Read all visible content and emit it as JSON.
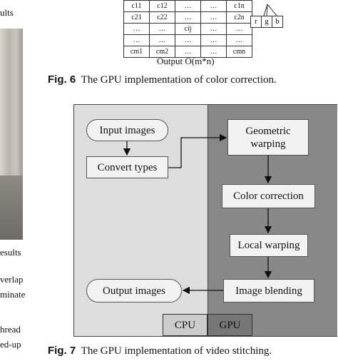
{
  "left_column": {
    "fragment_1": "ults",
    "fragment_2": "esults",
    "fragment_3": "verlap",
    "fragment_4": "minate",
    "fragment_5": "hread",
    "fragment_6": "ed-up"
  },
  "matrix": {
    "rows": [
      [
        "c11",
        "c12",
        "…",
        "…",
        "c1n"
      ],
      [
        "c21",
        "c22",
        "…",
        "…",
        "c2n"
      ],
      [
        "…",
        "…",
        "cij",
        "…",
        "…"
      ],
      [
        "…",
        "…",
        "…",
        "…",
        "…"
      ],
      [
        "cm1",
        "cm2",
        "…",
        "…",
        "cmn"
      ]
    ],
    "rgb": [
      "r",
      "g",
      "b"
    ],
    "output_label": "Output O(m*n)"
  },
  "fig6": {
    "label": "Fig. 6",
    "text": "The GPU implementation of color correction."
  },
  "diagram": {
    "cpu": [
      "Input images",
      "Convert types",
      "Output images"
    ],
    "gpu": [
      "Geometric warping",
      "Color correction",
      "Local warping",
      "Image blending"
    ],
    "cpu_tag": "CPU",
    "gpu_tag": "GPU",
    "colors": {
      "cpu_bg": "#dddddd",
      "gpu_bg": "#888888",
      "box_bg": "#f2f2f2"
    }
  },
  "fig7": {
    "label": "Fig. 7",
    "text": "The GPU implementation of video stitching."
  }
}
